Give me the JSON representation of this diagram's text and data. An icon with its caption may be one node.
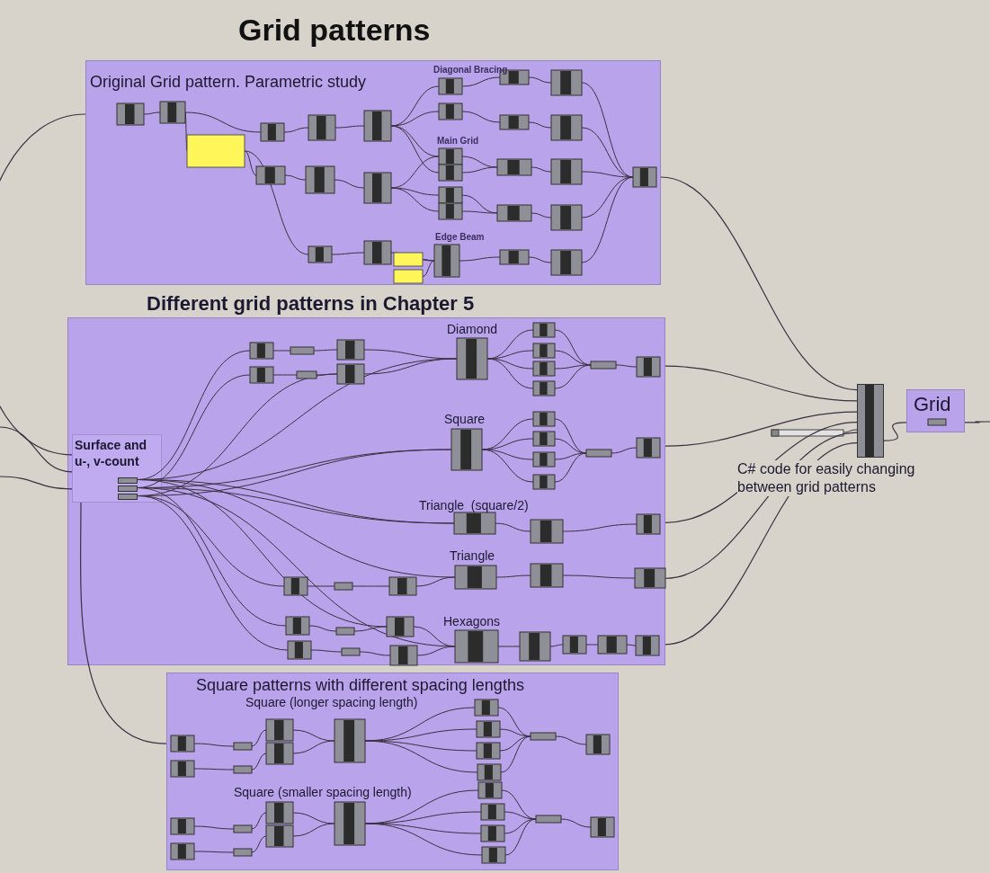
{
  "diagram": {
    "title": "Grid patterns",
    "nodes": [
      {
        "text": [
          "Original Grid pattern. Parametric study"
        ]
      },
      {
        "text": [
          "Different grid patterns in Chapter 5"
        ]
      },
      {
        "text": [
          "Surface and u-, v-count"
        ],
        "in": 1
      },
      {
        "text": [
          "Square patterns with different spacing lengths"
        ]
      },
      {
        "text": [],
        "shape": "box",
        "beside": [
          "C# code for easily changing between grid patterns"
        ]
      },
      {
        "text": [
          "Grid"
        ]
      }
    ],
    "edges": [
      {
        "from": null,
        "to": 2,
        "arrow": "none"
      },
      {
        "from": null,
        "to": 2,
        "arrow": "none"
      },
      {
        "from": 2,
        "to": 0,
        "arrow": "none"
      },
      {
        "from": 2,
        "to": 3,
        "arrow": "none"
      },
      {
        "from": 0,
        "to": 4,
        "arrow": "none"
      },
      {
        "from": 1,
        "to": 4,
        "arrow": "none"
      },
      {
        "from": 1,
        "to": 4,
        "arrow": "none"
      },
      {
        "from": 1,
        "to": 4,
        "arrow": "none"
      },
      {
        "from": 1,
        "to": 4,
        "arrow": "none"
      },
      {
        "from": 1,
        "to": 4,
        "arrow": "none"
      },
      {
        "from": 4,
        "to": 5,
        "arrow": "none"
      },
      {
        "from": 5,
        "to": null,
        "arrow": "none"
      }
    ],
    "labels": [
      "Diagonal Bracing",
      "Main Grid",
      "Edge Beam",
      "Diamond",
      "Square",
      "Triangle  (square/2)",
      "Triangle",
      "Hexagons",
      "Square (longer spacing length)",
      "Square (smaller spacing length)"
    ]
  }
}
